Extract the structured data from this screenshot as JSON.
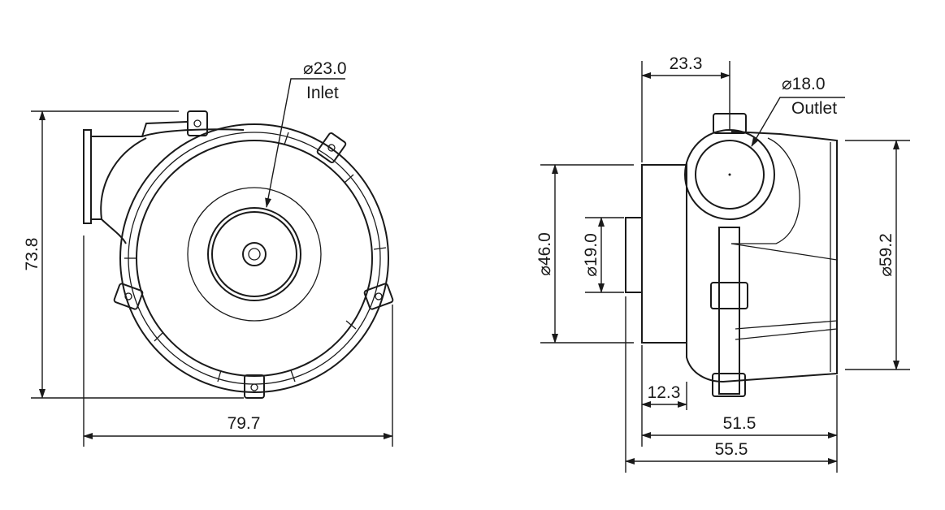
{
  "front_view": {
    "inlet_diameter": "⌀23.0",
    "inlet_label": "Inlet",
    "height": "73.8",
    "width": "79.7"
  },
  "side_view": {
    "outlet_offset": "23.3",
    "outlet_diameter": "⌀18.0",
    "outlet_label": "Outlet",
    "flange_diameter": "⌀46.0",
    "stub_diameter": "⌀19.0",
    "body_diameter": "⌀59.2",
    "flange_depth": "12.3",
    "body_length": "51.5",
    "total_length": "55.5"
  },
  "colors": {
    "line": "#1a1a1a",
    "background": "#ffffff"
  }
}
